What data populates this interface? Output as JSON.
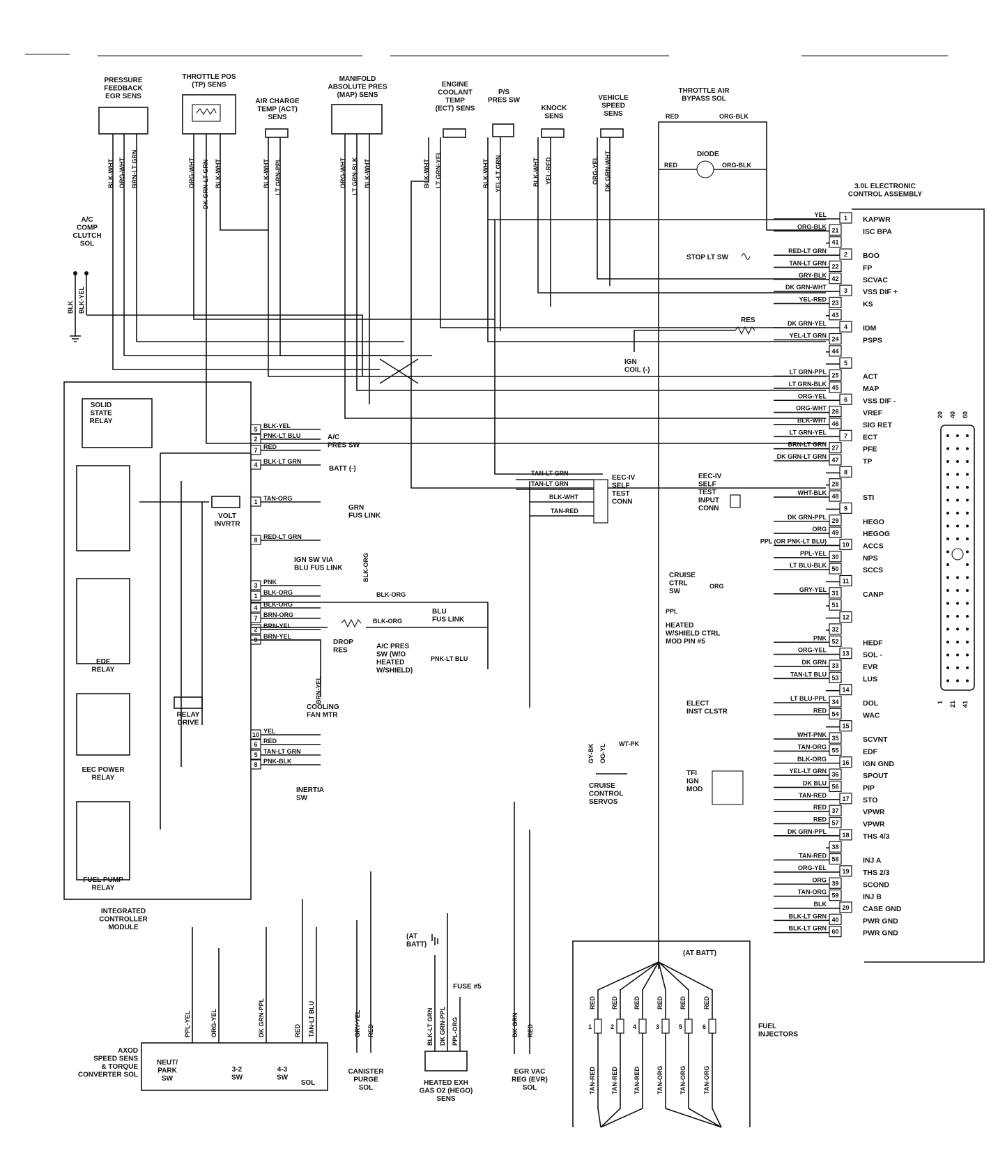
{
  "sensors": {
    "egr": "PRESSURE\nFEEDBACK\nEGR SENS",
    "tp": "THROTTLE POS\n(TP) SENS",
    "act": "AIR CHARGE\nTEMP (ACT)\nSENS",
    "map": "MANIFOLD\nABSOLUTE PRES\n(MAP) SENS",
    "ect": "ENGINE\nCOOLANT\nTEMP\n(ECT) SENS",
    "ps": "P/S\nPRES SW",
    "knock": "KNOCK\nSENS",
    "vss": "VEHICLE\nSPEED\nSENS",
    "tab": "THROTTLE AIR\nBYPASS SOL",
    "diode": "DIODE",
    "ac_clutch": "A/C\nCOMP\nCLUTCH\nSOL"
  },
  "sensor_wires": {
    "egr": [
      "BLK-WHT",
      "ORG-WHT",
      "BRN-LT GRN"
    ],
    "tp": [
      "ORG-WHT",
      "DK GRN-LT GRN",
      "BLK-WHT"
    ],
    "act": [
      "BLK-WHT",
      "LT GRN-PPL"
    ],
    "map": [
      "ORG-WHT",
      "LT GRN-BLK",
      "BLK-WHT"
    ],
    "ect": [
      "BLK-WHT",
      "LT GRN-YEL"
    ],
    "ps": [
      "BLK-WHT",
      "YEL-LT GRN"
    ],
    "knock": [
      "BLK-WHT",
      "YEL-RED"
    ],
    "vss": [
      "ORG-YEL",
      "DK GRN-WHT"
    ],
    "tab_top": [
      "RED",
      "ORG-BLK"
    ],
    "tab_bottom": [
      "RED",
      "ORG-BLK"
    ],
    "ac": [
      "BLK",
      "BLK-YEL"
    ]
  },
  "ecu": {
    "title": "3.0L ELECTRONIC\nCONTROL ASSEMBLY",
    "pins": [
      {
        "pin": "1",
        "wire": "YEL",
        "label": "KAPWR"
      },
      {
        "pin": "21",
        "wire": "ORG-BLK",
        "label": "ISC BPA"
      },
      {
        "pin": "41",
        "wire": "",
        "label": ""
      },
      {
        "pin": "2",
        "wire": "RED-LT GRN",
        "label": "BOO"
      },
      {
        "pin": "22",
        "wire": "TAN-LT GRN",
        "label": "FP"
      },
      {
        "pin": "42",
        "wire": "GRY-BLK",
        "label": "SCVAC"
      },
      {
        "pin": "3",
        "wire": "DK GRN-WHT",
        "label": "VSS DIF +"
      },
      {
        "pin": "23",
        "wire": "YEL-RED",
        "label": "KS"
      },
      {
        "pin": "43",
        "wire": "",
        "label": ""
      },
      {
        "pin": "4",
        "wire": "DK GRN-YEL",
        "label": "IDM"
      },
      {
        "pin": "24",
        "wire": "YEL-LT GRN",
        "label": "PSPS"
      },
      {
        "pin": "44",
        "wire": "",
        "label": ""
      },
      {
        "pin": "5",
        "wire": "",
        "label": ""
      },
      {
        "pin": "25",
        "wire": "LT GRN-PPL",
        "label": "ACT"
      },
      {
        "pin": "45",
        "wire": "LT GRN-BLK",
        "label": "MAP"
      },
      {
        "pin": "6",
        "wire": "ORG-YEL",
        "label": "VSS DIF -"
      },
      {
        "pin": "26",
        "wire": "ORG-WHT",
        "label": "VREF"
      },
      {
        "pin": "46",
        "wire": "BLK-WHT",
        "label": "SIG RET"
      },
      {
        "pin": "7",
        "wire": "LT GRN-YEL",
        "label": "ECT"
      },
      {
        "pin": "27",
        "wire": "BRN-LT GRN",
        "label": "PFE"
      },
      {
        "pin": "47",
        "wire": "DK GRN-LT GRN",
        "label": "TP"
      },
      {
        "pin": "8",
        "wire": "",
        "label": ""
      },
      {
        "pin": "28",
        "wire": "",
        "label": ""
      },
      {
        "pin": "48",
        "wire": "WHT-BLK",
        "label": "STI"
      },
      {
        "pin": "9",
        "wire": "",
        "label": ""
      },
      {
        "pin": "29",
        "wire": "DK GRN-PPL",
        "label": "HEGO"
      },
      {
        "pin": "49",
        "wire": "ORG",
        "label": "HEGOG"
      },
      {
        "pin": "10",
        "wire": "PPL (OR PNK-LT BLU)",
        "label": "ACCS"
      },
      {
        "pin": "30",
        "wire": "PPL-YEL",
        "label": "NPS"
      },
      {
        "pin": "50",
        "wire": "LT BLU-BLK",
        "label": "SCCS"
      },
      {
        "pin": "11",
        "wire": "",
        "label": ""
      },
      {
        "pin": "31",
        "wire": "GRY-YEL",
        "label": "CANP"
      },
      {
        "pin": "51",
        "wire": "",
        "label": ""
      },
      {
        "pin": "12",
        "wire": "",
        "label": ""
      },
      {
        "pin": "32",
        "wire": "",
        "label": ""
      },
      {
        "pin": "52",
        "wire": "PNK",
        "label": "HEDF"
      },
      {
        "pin": "13",
        "wire": "ORG-YEL",
        "label": "SOL -"
      },
      {
        "pin": "33",
        "wire": "DK GRN",
        "label": "EVR"
      },
      {
        "pin": "53",
        "wire": "TAN-LT BLU",
        "label": "LUS"
      },
      {
        "pin": "14",
        "wire": "",
        "label": ""
      },
      {
        "pin": "34",
        "wire": "LT BLU-PPL",
        "label": "DOL"
      },
      {
        "pin": "54",
        "wire": "RED",
        "label": "WAC"
      },
      {
        "pin": "15",
        "wire": "",
        "label": ""
      },
      {
        "pin": "35",
        "wire": "WHT-PNK",
        "label": "SCVNT"
      },
      {
        "pin": "55",
        "wire": "TAN-ORG",
        "label": "EDF"
      },
      {
        "pin": "16",
        "wire": "BLK-ORG",
        "label": "IGN GND"
      },
      {
        "pin": "36",
        "wire": "YEL-LT GRN",
        "label": "SPOUT"
      },
      {
        "pin": "56",
        "wire": "DK BLU",
        "label": "PIP"
      },
      {
        "pin": "17",
        "wire": "TAN-RED",
        "label": "STO"
      },
      {
        "pin": "37",
        "wire": "RED",
        "label": "VPWR"
      },
      {
        "pin": "57",
        "wire": "RED",
        "label": "VPWR"
      },
      {
        "pin": "18",
        "wire": "DK GRN-PPL",
        "label": "THS 4/3"
      },
      {
        "pin": "38",
        "wire": "",
        "label": ""
      },
      {
        "pin": "58",
        "wire": "TAN-RED",
        "label": "INJ A"
      },
      {
        "pin": "19",
        "wire": "ORG-YEL",
        "label": "THS 2/3"
      },
      {
        "pin": "39",
        "wire": "ORG",
        "label": "SCOND"
      },
      {
        "pin": "59",
        "wire": "TAN-ORG",
        "label": "INJ B"
      },
      {
        "pin": "20",
        "wire": "BLK",
        "label": "CASE GND"
      },
      {
        "pin": "40",
        "wire": "BLK-LT GRN",
        "label": "PWR GND"
      },
      {
        "pin": "60",
        "wire": "BLK-LT GRN",
        "label": "PWR GND"
      }
    ],
    "connector_top": [
      "20",
      "40",
      "60"
    ],
    "connector_bottom": [
      "1",
      "21",
      "41"
    ]
  },
  "side_labels": {
    "stop_lt": "STOP LT SW",
    "res": "RES",
    "ign_coil": "IGN\nCOIL (-)",
    "eec_self_test": "EEC-IV\nSELF\nTEST\nCONN",
    "eec_input": "EEC-IV\nSELF\nTEST\nINPUT\nCONN",
    "cruise_ctrl": "CRUISE\nCTRL\nSW",
    "cruise_org": "ORG",
    "heated_shield": "HEATED\nW/SHIELD CTRL\nMOD PIN #5",
    "ppl": "PPL",
    "elect_inst": "ELECT\nINST CLSTR",
    "tfi": "TFI\nIGN\nMOD",
    "cruise_servos": "CRUISE\nCONTROL\nSERVOS",
    "servo_wires": [
      "GY-BK",
      "OG-YL",
      "WT-PK"
    ],
    "at_batt_right": "(AT BATT)",
    "at_batt_left": "(AT\nBATT)"
  },
  "self_test_wires": [
    "TAN-LT GRN",
    "TAN-LT GRN",
    "BLK-WHT",
    "TAN-RED"
  ],
  "icm": {
    "title": "INTEGRATED\nCONTROLLER\nMODULE",
    "ssr": "SOLID\nSTATE\nRELAY",
    "edf": "EDF\nRELAY",
    "eec_power": "EEC POWER\nRELAY",
    "fuel_pump": "FUEL PUMP\nRELAY",
    "volt_invrtr": "VOLT\nINVRTR",
    "relay_drive": "RELAY\nDRIVE",
    "pins": [
      {
        "pin": "5",
        "wire": "BLK-YEL"
      },
      {
        "pin": "2",
        "wire": "PNK-LT BLU"
      },
      {
        "pin": "7",
        "wire": "RED"
      },
      {
        "pin": "4",
        "wire": "BLK-LT GRN"
      },
      {
        "pin": "1",
        "wire": "TAN-ORG"
      },
      {
        "pin": "8",
        "wire": "RED-LT GRN"
      },
      {
        "pin": "3",
        "wire": "PNK"
      },
      {
        "pin": "1",
        "wire": "BLK-ORG"
      },
      {
        "pin": "4",
        "wire": "BLK-ORG"
      },
      {
        "pin": "7",
        "wire": "BRN-ORG"
      },
      {
        "pin": "2",
        "wire": "BRN-YEL"
      },
      {
        "pin": "9",
        "wire": "BRN-YEL"
      },
      {
        "pin": "10",
        "wire": "YEL"
      },
      {
        "pin": "6",
        "wire": "RED"
      },
      {
        "pin": "5",
        "wire": "TAN-LT GRN"
      },
      {
        "pin": "8",
        "wire": "PNK-BLK"
      }
    ],
    "ac_pres": "A/C\nPRES SW",
    "batt_neg": "BATT (-)",
    "grn_fus": "GRN\nFUS LINK",
    "ign_sw": "IGN SW VIA\nBLU FUS LINK",
    "blk_org_1": "BLK-ORG",
    "blk_org_2": "BLK-ORG",
    "blk_org_3": "BLK-ORG",
    "blu_fus": "BLU\nFUS LINK",
    "drop_res": "DROP\nRES",
    "ac_pres_sw2": "A/C PRES\nSW (W/O\nHEATED\nW/SHIELD)",
    "pnk_lt_blu2": "PNK-LT BLU",
    "cooling_fan": "COOLING\nFAN MTR",
    "brn_yel_v": "BRN-YEL",
    "inertia": "INERTIA\nSW"
  },
  "bottom": {
    "axod": "AXOD\nSPEED SENS\n& TORQUE\nCONVERTER SOL",
    "sw_neut": "NEUT/\nPARK\nSW",
    "sw_32": "3-2\nSW",
    "sw_43": "4-3\nSW",
    "sol": "SOL",
    "axod_wires": [
      "PPL-YEL",
      "ORG-YEL",
      "DK GRN-PPL",
      "RED",
      "TAN-LT BLU"
    ],
    "canister": "CANISTER\nPURGE\nSOL",
    "canister_wires": [
      "GRY-YEL",
      "RED"
    ],
    "hego": "HEATED EXH\nGAS O2 (HEGO)\nSENS",
    "hego_wires": [
      "BLK-LT GRN",
      "DK GRN-PPL",
      "PPL-ORG"
    ],
    "fuse": "FUSE #5",
    "egr_vac": "EGR VAC\nREG (EVR)\nSOL",
    "egr_wires": [
      "DK GRN",
      "RED"
    ],
    "injectors": "FUEL\nINJECTORS",
    "inj_top": [
      "RED",
      "RED",
      "RED",
      "RED",
      "RED",
      "RED"
    ],
    "inj_bottom": [
      "TAN-RED",
      "TAN-RED",
      "TAN-RED",
      "TAN-ORG",
      "TAN-ORG",
      "TAN-ORG"
    ],
    "inj_nums": [
      "1",
      "2",
      "4",
      "3",
      "5",
      "6"
    ]
  }
}
